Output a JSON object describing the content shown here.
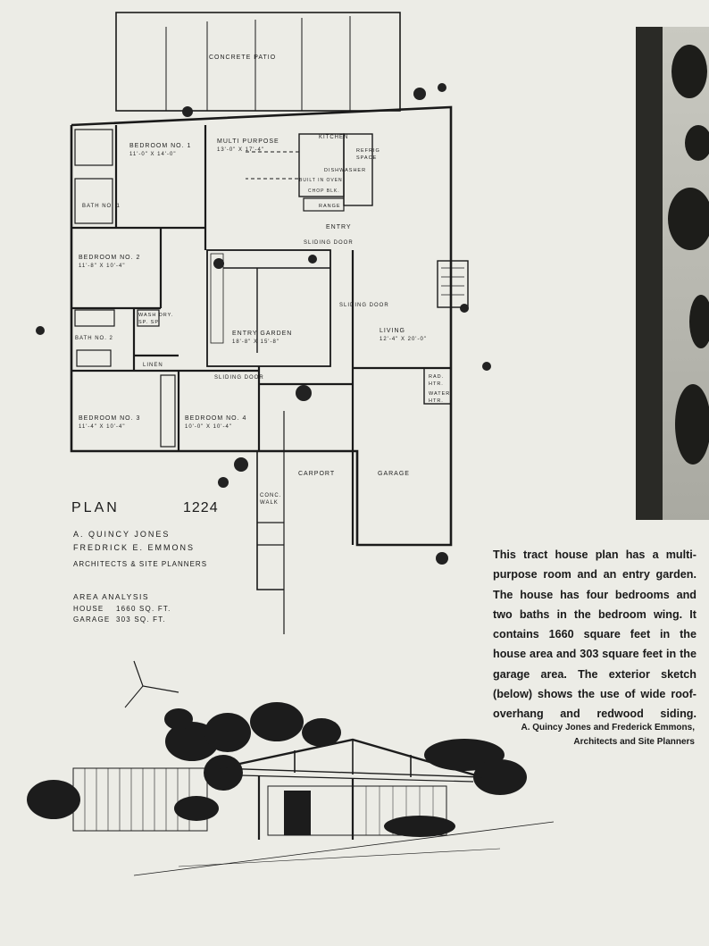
{
  "plan": {
    "title": "PLAN",
    "number": "1224",
    "architect_line1": "A. QUINCY JONES",
    "architect_line2": "FREDRICK E. EMMONS",
    "architect_line3": "ARCHITECTS & SITE PLANNERS"
  },
  "area_analysis": {
    "title": "AREA ANALYSIS",
    "rows": [
      {
        "label": "HOUSE",
        "value": "1660 SQ. FT."
      },
      {
        "label": "GARAGE",
        "value": "303 SQ. FT."
      }
    ]
  },
  "rooms": {
    "patio": "CONCRETE    PATIO",
    "bed1": "BEDROOM NO. 1",
    "bed1_dim": "11'-0\" X 14'-0\"",
    "multi": "MULTI PURPOSE",
    "multi_dim": "13'-0\" X 17'-4\"",
    "kitchen": "KITCHEN",
    "refrig": "REFRIG",
    "refrig2": "SPACE",
    "dishwasher": "DISHWASHER",
    "oven": "BUILT IN OVEN",
    "chop": "CHOP BLK.",
    "range": "RANGE",
    "entry": "ENTRY",
    "bath1": "BATH NO. 1",
    "bed2": "BEDROOM NO. 2",
    "bed2_dim": "11'-8\" X 10'-4\"",
    "wash": "WASH DRY.",
    "wash2": "SP.  SP.",
    "bath2": "BATH NO. 2",
    "linen": "LINEN",
    "entry_garden": "ENTRY   GARDEN",
    "entry_garden_dim": "18'-8\" X 15'-8\"",
    "living": "LIVING",
    "living_dim": "12'-4\" X 20'-0\"",
    "bed3": "BEDROOM   NO. 3",
    "bed3_dim": "11'-4\" X 10'-4\"",
    "bed4": "BEDROOM NO. 4",
    "bed4_dim": "10'-0\" X 10'-4\"",
    "carport": "CARPORT",
    "garage": "GARAGE",
    "conc_walk": "CONC.",
    "conc_walk2": "WALK",
    "water_htr": "WATER",
    "water_htr2": "HTR.",
    "rad_htr": "RAD.",
    "rad_htr2": "HTR.",
    "sliding_door": "SLIDING DOOR"
  },
  "caption": {
    "text": "This tract house plan has a multi-purpose room and an entry garden. The house has four bedrooms and two baths in the bedroom wing. It contains 1660 square feet in the house area and 303 square feet in the garage area. The exterior sketch (below) shows the use of wide roof-overhang and redwood siding.",
    "credit_line1": "A. Quincy Jones and Frederick Emmons,",
    "credit_line2": "Architects and Site Planners"
  }
}
